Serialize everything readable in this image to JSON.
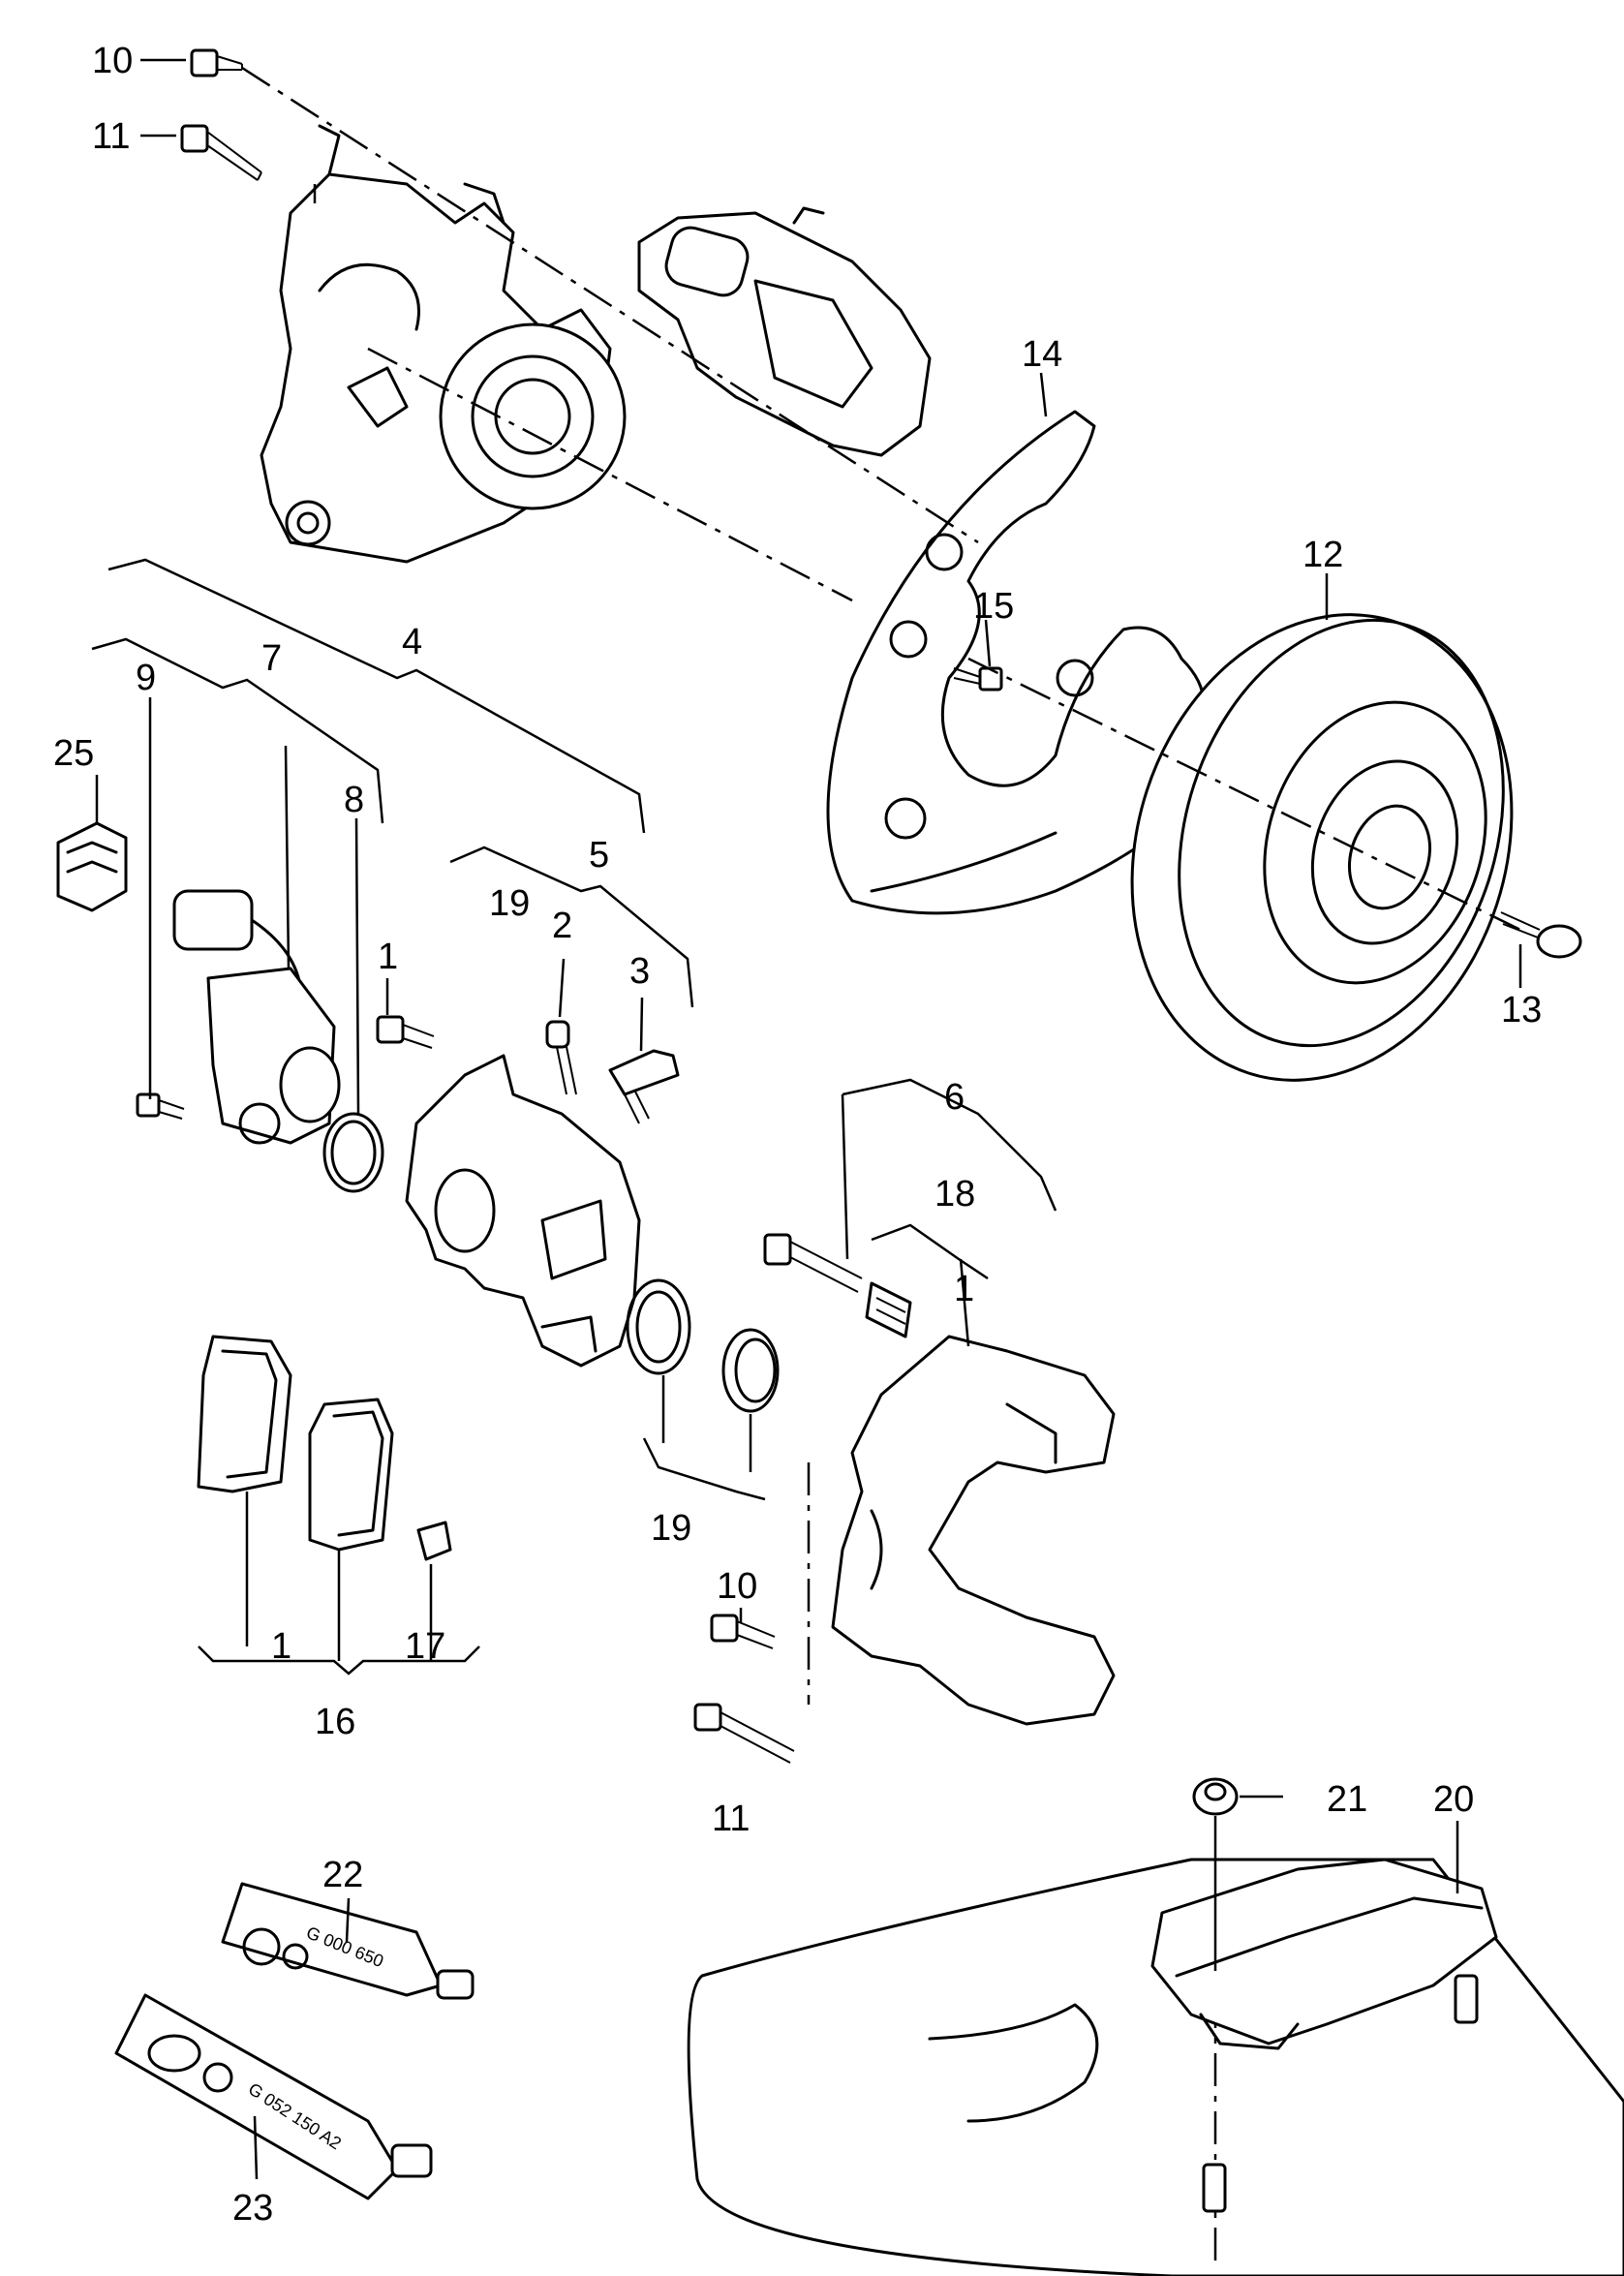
{
  "callouts": {
    "c10_top": "10",
    "c11_top": "11",
    "c14": "14",
    "c12": "12",
    "c15": "15",
    "c13": "13",
    "c4": "4",
    "c7": "7",
    "c9": "9",
    "c25": "25",
    "c8": "8",
    "c5": "5",
    "c19_top": "19",
    "c2": "2",
    "c3": "3",
    "c1_bolt": "1",
    "c6": "6",
    "c18": "18",
    "c1_mid": "1",
    "c19_bottom": "19",
    "c10_bottom": "10",
    "c11_bottom": "11",
    "c1_pads": "1",
    "c17": "17",
    "c16": "16",
    "c22": "22",
    "c23": "23",
    "c21": "21",
    "c20": "20"
  },
  "tube_labels": {
    "t22": "G 000 650",
    "t23": "G 052 150 A2"
  }
}
